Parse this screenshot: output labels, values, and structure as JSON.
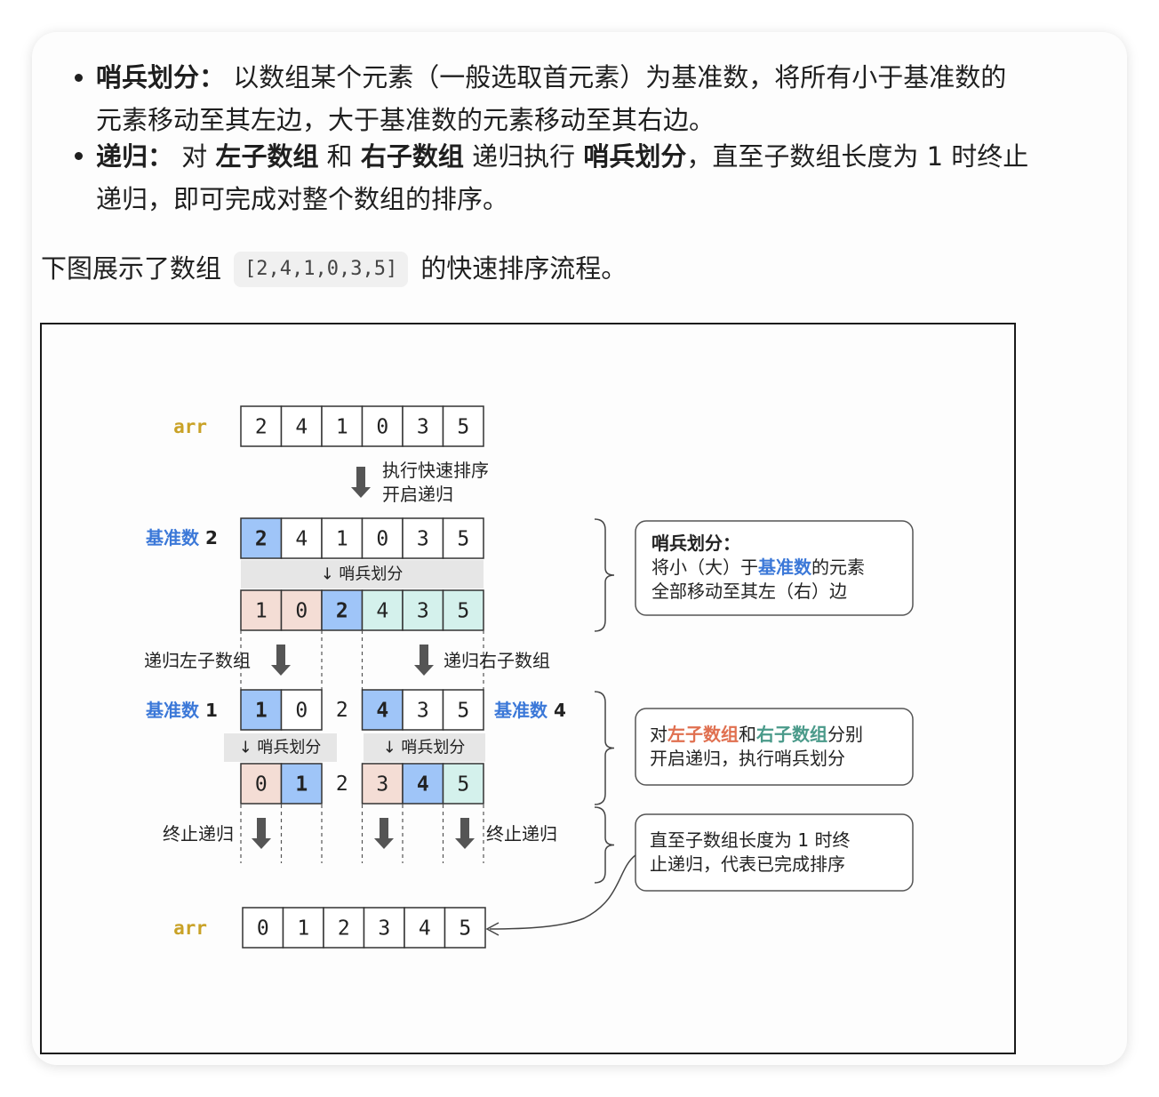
{
  "bullets": [
    {
      "term": "哨兵划分：",
      "line1_rest": " 以数组某个元素（一般选取首元素）为基准数，将所有小于基准数的",
      "line2": "元素移动至其左边，大于基准数的元素移动至其右边。"
    },
    {
      "term": "递归：",
      "p1": " 对 ",
      "b1": "左子数组",
      "p2": " 和 ",
      "b2": "右子数组",
      "p3": " 递归执行 ",
      "b3": "哨兵划分",
      "p4": "，直至子数组长度为 1 时终止",
      "line2": "递归，即可完成对整个数组的排序。"
    }
  ],
  "paragraph": {
    "before": "下图展示了数组",
    "code": "[2,4,1,0,3,5]",
    "after": "的快速排序流程。"
  },
  "colors": {
    "pivot": "#9fc5f8",
    "left": "#f4ddd5",
    "right": "#d4f1ec",
    "arr_label": "#c9a227",
    "blue_label": "#3b78d8",
    "red_label": "#e07050",
    "teal_label": "#4a9a8a",
    "bar": "#e6e6e6",
    "arrow": "#555555"
  },
  "diagram": {
    "arr_label": "arr",
    "input_values": [
      "2",
      "4",
      "1",
      "0",
      "3",
      "5"
    ],
    "step1_line1": "执行快速排序",
    "step1_line2": "开启递归",
    "pivot_label": "基准数",
    "pivot1": "2",
    "partition_label": "↓ 哨兵划分",
    "level1_after": [
      "1",
      "0",
      "2",
      "4",
      "3",
      "5"
    ],
    "recurse_left": "递归左子数组",
    "recurse_right": "递归右子数组",
    "pivot_left": "1",
    "pivot_right": "4",
    "level2_before": [
      "1",
      "0",
      "2",
      "4",
      "3",
      "5"
    ],
    "level2_after": [
      "0",
      "1",
      "2",
      "3",
      "4",
      "5"
    ],
    "terminate": "终止递归",
    "output_values": [
      "0",
      "1",
      "2",
      "3",
      "4",
      "5"
    ],
    "note1_title": "哨兵划分：",
    "note1_l2a": "将小（大）于",
    "note1_l2b": "基准数",
    "note1_l2c": "的元素",
    "note1_l3": "全部移动至其左（右）边",
    "note2_a": "对",
    "note2_b": "左子数组",
    "note2_c": "和",
    "note2_d": "右子数组",
    "note2_e": "分别",
    "note2_l2": "开启递归，执行哨兵划分",
    "note3_l1": "直至子数组长度为 1 时终",
    "note3_l2": "止递归，代表已完成排序"
  }
}
